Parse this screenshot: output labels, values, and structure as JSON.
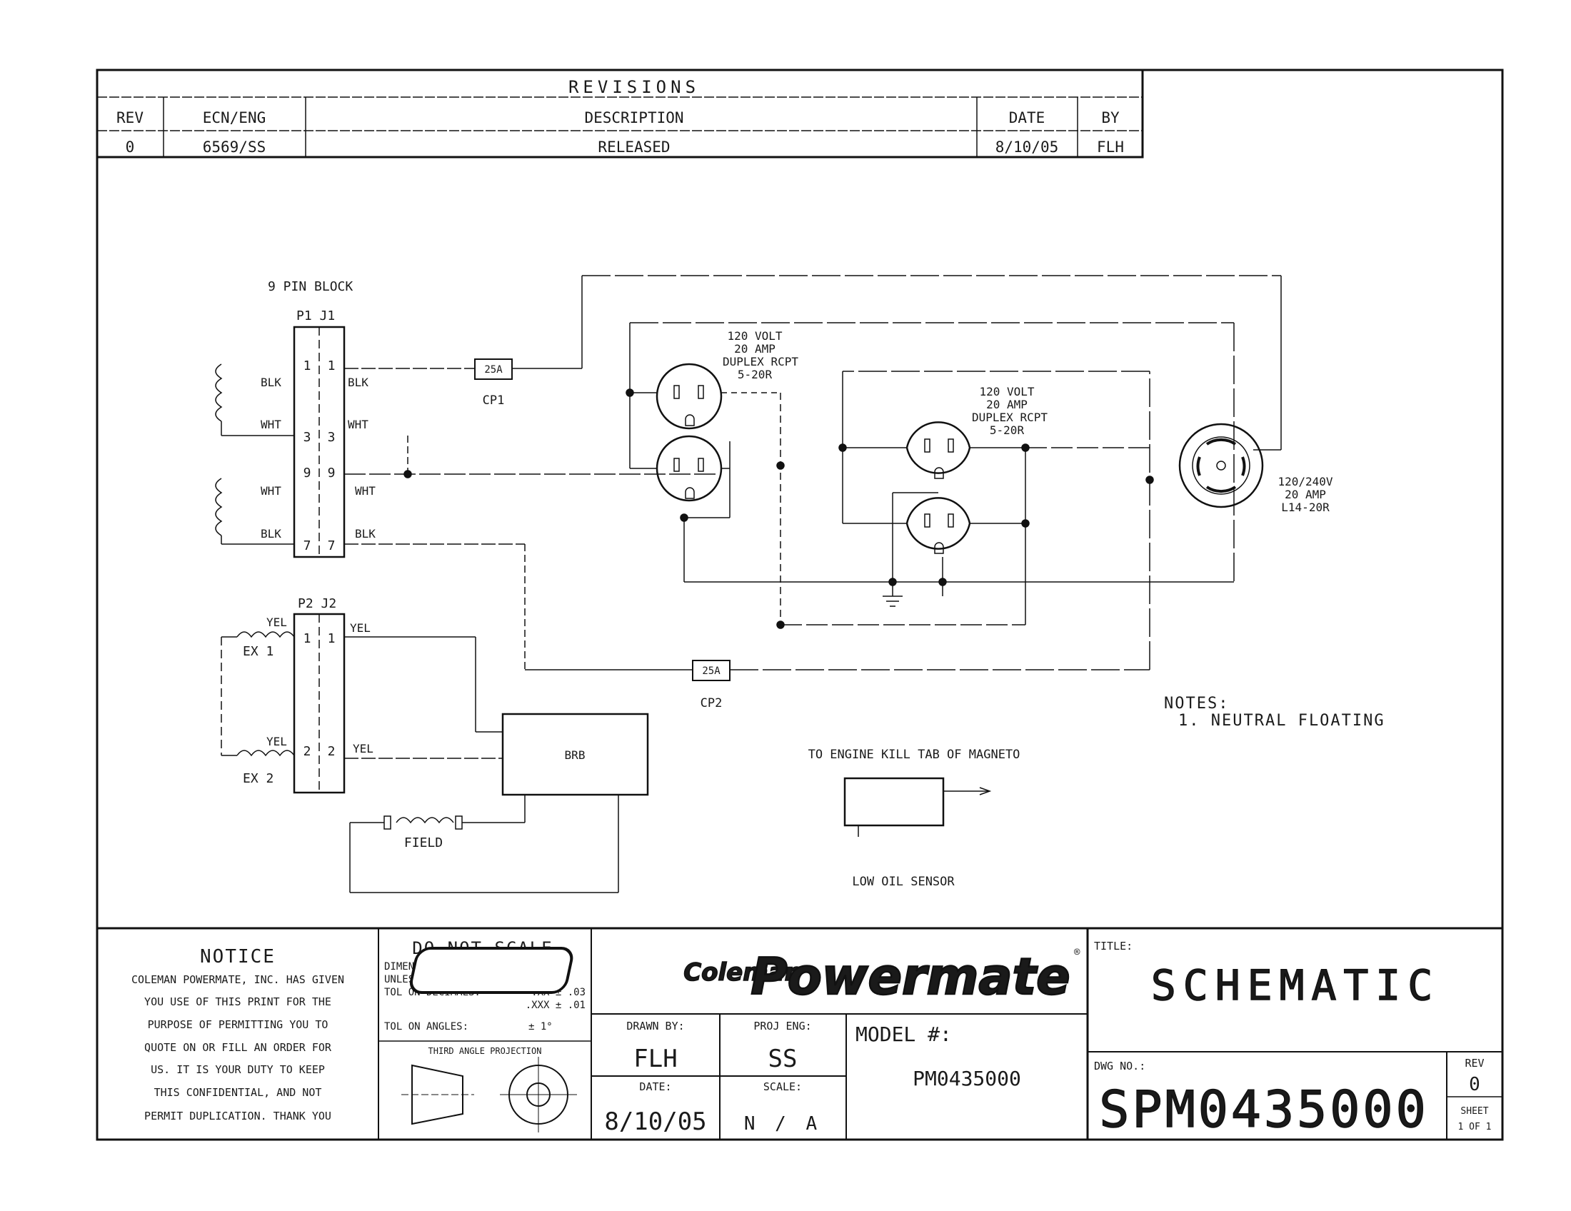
{
  "revisions": {
    "title": "REVISIONS",
    "headers": [
      "REV",
      "ECN/ENG",
      "DESCRIPTION",
      "DATE",
      "BY"
    ],
    "rows": [
      [
        "0",
        "6569/SS",
        "RELEASED",
        "8/10/05",
        "FLH"
      ]
    ]
  },
  "schematic": {
    "pin_block_label": "9 PIN BLOCK",
    "p1_label": "P1 J1",
    "p2_label": "P2 J2",
    "p1_pins": [
      "1",
      "3",
      "9",
      "7"
    ],
    "p2_pins": [
      "1",
      "2"
    ],
    "wire_left": [
      "BLK",
      "WHT",
      "WHT",
      "BLK"
    ],
    "wire_right": [
      "BLK",
      "WHT",
      "WHT",
      "BLK"
    ],
    "p2_left": [
      "YEL",
      "YEL"
    ],
    "p2_right": [
      "YEL",
      "YEL"
    ],
    "ex1": "EX 1",
    "ex2": "EX 2",
    "cb1": {
      "rating": "25A",
      "name": "CP1"
    },
    "cb2": {
      "rating": "25A",
      "name": "CP2"
    },
    "recept1": [
      "120 VOLT",
      "20 AMP",
      "DUPLEX RCPT",
      "5-20R"
    ],
    "recept2": [
      "120 VOLT",
      "20 AMP",
      "DUPLEX RCPT",
      "5-20R"
    ],
    "twistlock": [
      "120/240V",
      "20 AMP",
      "L14-20R"
    ],
    "brb": "BRB",
    "field": "FIELD",
    "engine_kill": "TO ENGINE KILL TAB OF MAGNETO",
    "low_oil": "LOW OIL SENSOR",
    "notes_title": "NOTES:",
    "notes": [
      "1. NEUTRAL FLOATING"
    ]
  },
  "title_block": {
    "notice_title": "NOTICE",
    "notice_lines": [
      "COLEMAN POWERMATE, INC. HAS GIVEN",
      "YOU USE OF THIS PRINT FOR THE",
      "PURPOSE OF PERMITTING YOU TO",
      "QUOTE ON OR FILL AN ORDER FOR",
      "US. IT IS YOUR DUTY TO KEEP",
      "THIS CONFIDENTIAL, AND NOT",
      "PERMIT DUPLICATION. THANK YOU"
    ],
    "do_not_scale": "DO NOT SCALE",
    "dims_lines": [
      "DIMENSIONS ARE IN INCHES",
      "UNLESS OTHERWISE SPECIFIED"
    ],
    "tol_decimals_label": "TOL ON DECIMALS:",
    "tol_xx": ".XX  ± .03",
    "tol_xxx": ".XXX ± .01",
    "tol_angles_label": "TOL ON ANGLES:",
    "tol_angles": "± 1°",
    "projection": "THIRD ANGLE PROJECTION",
    "logo_coleman": "Coleman",
    "logo_powermate": "Powermate",
    "logo_reg": "®",
    "drawn_by_label": "DRAWN BY:",
    "drawn_by": "FLH",
    "proj_eng_label": "PROJ ENG:",
    "proj_eng": "SS",
    "date_label": "DATE:",
    "date": "8/10/05",
    "scale_label": "SCALE:",
    "scale": "N / A",
    "model_label": "MODEL #:",
    "model": "PM0435000",
    "title_label": "TITLE:",
    "title": "SCHEMATIC",
    "dwg_no_label": "DWG NO.:",
    "dwg_no": "SPM0435000",
    "rev_label": "REV",
    "rev": "0",
    "sheet_label": "SHEET",
    "sheet": "1 OF 1"
  }
}
